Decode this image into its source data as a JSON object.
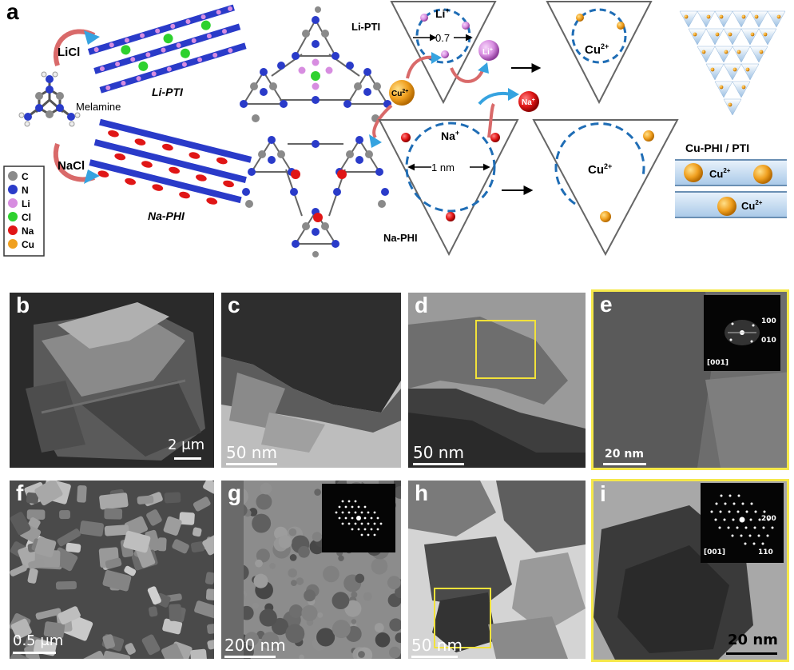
{
  "scheme": {
    "panel_label": "a",
    "licl": "LiCl",
    "nacl": "NaCl",
    "melamine": "Melamine",
    "li_pti_chain": "Li-PTI",
    "li_pti_struct": "Li-PTI",
    "na_phi_chain": "Na-PHI",
    "na_phi_struct": "Na-PHI",
    "li_ion": "Li",
    "li_sup": "+",
    "distance_small": "0.7",
    "distance_large": "1 nm",
    "na_ion": "Na",
    "na_sup": "+",
    "cu_ion": "Cu",
    "cu_sup": "2+",
    "product_title": "Cu-PHI / PTI",
    "legend": [
      {
        "label": "C",
        "color": "#8a8a8a"
      },
      {
        "label": "N",
        "color": "#2a3bc9"
      },
      {
        "label": "Li",
        "color": "#d78de0"
      },
      {
        "label": "Cl",
        "color": "#2ed12e"
      },
      {
        "label": "Na",
        "color": "#e01616"
      },
      {
        "label": "Cu",
        "color": "#f0a020"
      }
    ]
  },
  "panels": {
    "b": {
      "label": "b",
      "scale": "2 μm"
    },
    "c": {
      "label": "c",
      "scale": "50 nm"
    },
    "d": {
      "label": "d",
      "scale": "50 nm"
    },
    "e": {
      "label": "e",
      "scale": "20 nm",
      "inset": {
        "hkl1": "100",
        "hkl2": "010",
        "zone": "[001]"
      }
    },
    "f": {
      "label": "f",
      "scale": "0.5 μm"
    },
    "g": {
      "label": "g",
      "scale": "200 nm"
    },
    "h": {
      "label": "h",
      "scale": "50 nm"
    },
    "i": {
      "label": "i",
      "scale": "20 nm",
      "inset": {
        "hkl1": "200",
        "hkl2": "110",
        "zone": "[001]"
      }
    }
  }
}
